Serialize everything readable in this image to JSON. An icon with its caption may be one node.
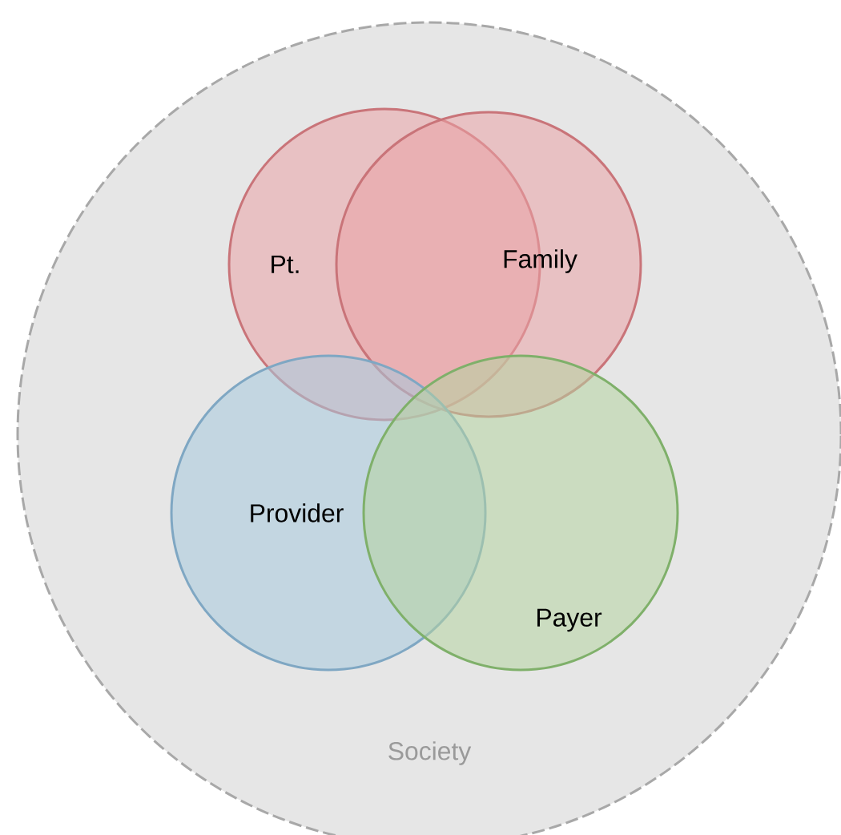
{
  "diagram": {
    "nodes": [
      {
        "text": [
          "Society"
        ]
      },
      {
        "text": [
          "Pt."
        ],
        "in": 0
      },
      {
        "text": [
          "Family"
        ],
        "in": 0
      },
      {
        "text": [
          "Provider"
        ],
        "in": 0
      },
      {
        "text": [
          "Payer"
        ],
        "in": 0
      }
    ]
  }
}
